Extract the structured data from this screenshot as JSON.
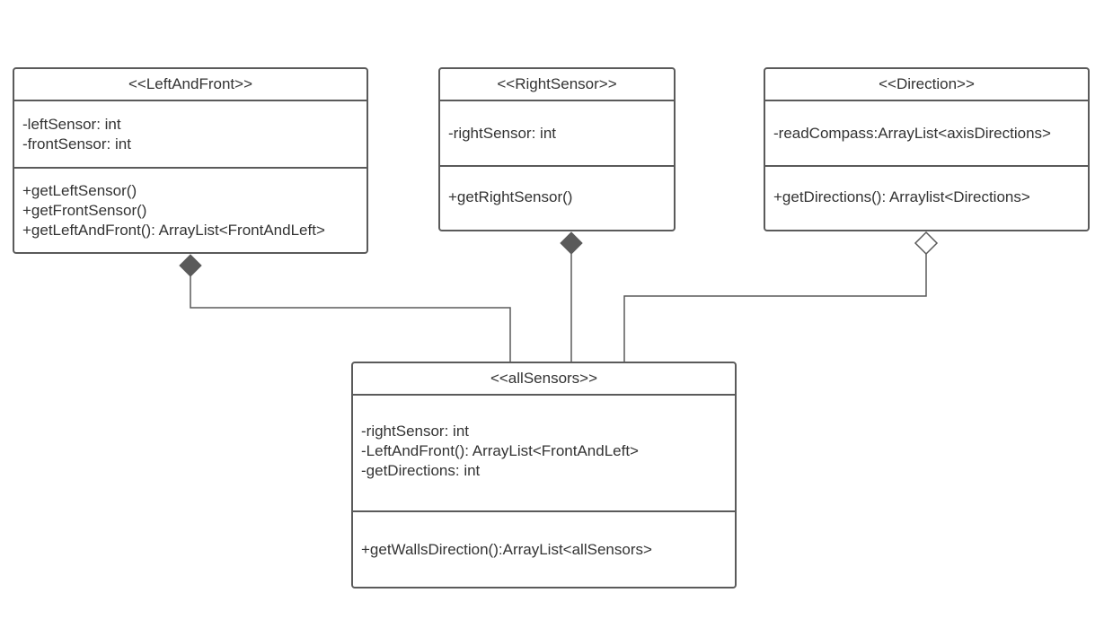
{
  "colors": {
    "line": "#5a5a5a",
    "text": "#333333",
    "background": "#ffffff"
  },
  "classes": {
    "left_and_front": {
      "name": "<<LeftAndFront>>",
      "attributes": [
        "-leftSensor: int",
        "-frontSensor: int"
      ],
      "methods": [
        "+getLeftSensor()",
        "+getFrontSensor()",
        "+getLeftAndFront(): ArrayList<FrontAndLeft>"
      ]
    },
    "right_sensor": {
      "name": "<<RightSensor>>",
      "attributes": [
        "-rightSensor: int"
      ],
      "methods": [
        "+getRightSensor()"
      ]
    },
    "direction": {
      "name": "<<Direction>>",
      "attributes": [
        "-readCompass:ArrayList<axisDirections>"
      ],
      "methods": [
        "+getDirections(): Arraylist<Directions>"
      ]
    },
    "all_sensors": {
      "name": "<<allSensors>>",
      "attributes": [
        "-rightSensor: int",
        "-LeftAndFront(): ArrayList<FrontAndLeft>",
        "-getDirections: int"
      ],
      "methods": [
        "+getWallsDirection():ArrayList<allSensors>"
      ]
    }
  },
  "relationships": [
    {
      "from": "all_sensors",
      "to": "left_and_front",
      "type": "composition",
      "icon": "filled-diamond-icon"
    },
    {
      "from": "all_sensors",
      "to": "right_sensor",
      "type": "composition",
      "icon": "filled-diamond-icon"
    },
    {
      "from": "all_sensors",
      "to": "direction",
      "type": "aggregation",
      "icon": "hollow-diamond-icon"
    }
  ]
}
